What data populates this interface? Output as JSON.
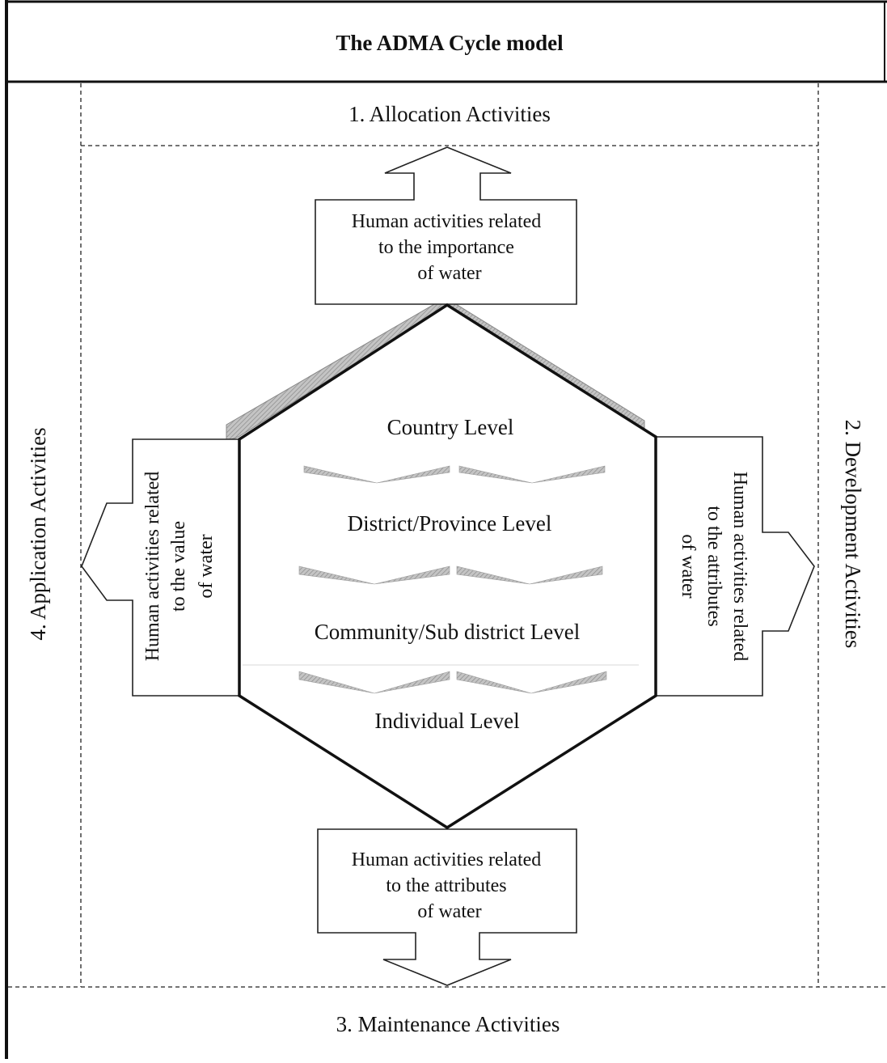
{
  "title": "The ADMA Cycle model",
  "sections": {
    "allocation": "1. Allocation Activities",
    "development": "2. Development Activities",
    "maintenance": "3. Maintenance Activities",
    "application": "4. Application Activities"
  },
  "levels": [
    "Country Level",
    "District/Province Level",
    "Community/Sub district Level",
    "Individual Level"
  ],
  "boxes": {
    "top": [
      "Human activities related",
      "to the importance",
      "of water"
    ],
    "right": [
      "Human activities related",
      "to the attributes",
      "of water"
    ],
    "bottom": [
      "Human activities related",
      "to the attributes",
      "of water"
    ],
    "left": [
      "Human activities related",
      "to the value",
      "of water"
    ]
  },
  "colors": {
    "line": "#111111",
    "shadow": "#9a9a9a",
    "chevron": "#b4b4b4",
    "background": "#ffffff"
  }
}
